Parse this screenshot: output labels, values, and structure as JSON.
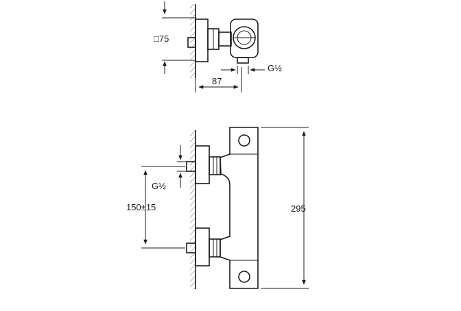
{
  "top_view": {
    "dim_square": "□75",
    "dim_width": "87",
    "dim_thread": "G½"
  },
  "front_view": {
    "dim_height": "295",
    "dim_spacing": "150±15",
    "dim_thread": "G½"
  }
}
